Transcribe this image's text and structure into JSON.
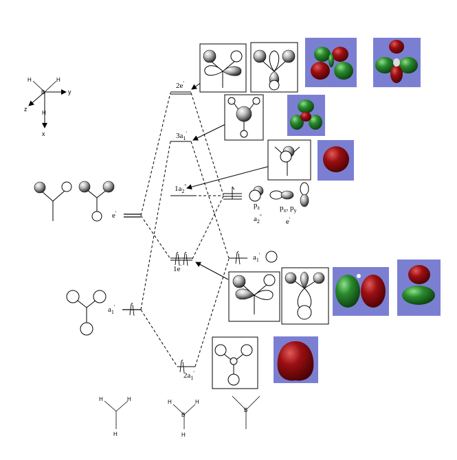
{
  "axes": {
    "x": "x",
    "y": "y",
    "z": "z",
    "center": "B",
    "h": "H"
  },
  "levels": {
    "e2": {
      "name": "2e",
      "sup": "'"
    },
    "a3": {
      "name": "3a",
      "sub": "1",
      "sup": "'"
    },
    "a2pp": {
      "name": "1a",
      "sub": "2",
      "sup": "''"
    },
    "e1": {
      "name": "1e",
      "sup": "'"
    },
    "a2": {
      "name": "2a",
      "sub": "1",
      "sup": "'"
    }
  },
  "left_labels": {
    "e": {
      "name": "e",
      "sup": "'"
    },
    "a1": {
      "name": "a",
      "sub": "1",
      "sup": "'"
    }
  },
  "right_labels": {
    "a1": {
      "name": "a",
      "sub": "1",
      "sup": "'"
    },
    "pz": {
      "name": "p",
      "sub": "z"
    },
    "pxpy": {
      "text": "p",
      "x": "x",
      "y": "y",
      "sep": ", p"
    },
    "a2pp": {
      "name": "a",
      "sub": "2",
      "sup": "''"
    },
    "e": {
      "name": "e",
      "sup": "'"
    }
  },
  "bottom_molecules": {
    "left": {
      "h1": "H",
      "h2": "H",
      "h3": "H"
    },
    "middle": {
      "b": "B",
      "h1": "H",
      "h2": "H",
      "h3": "H"
    },
    "right": {
      "b": "B"
    }
  },
  "colors": {
    "panel": "#7b7fd2",
    "lobe_red": "#9b0f12",
    "lobe_green": "#2a8a2e",
    "line": "#000000"
  }
}
